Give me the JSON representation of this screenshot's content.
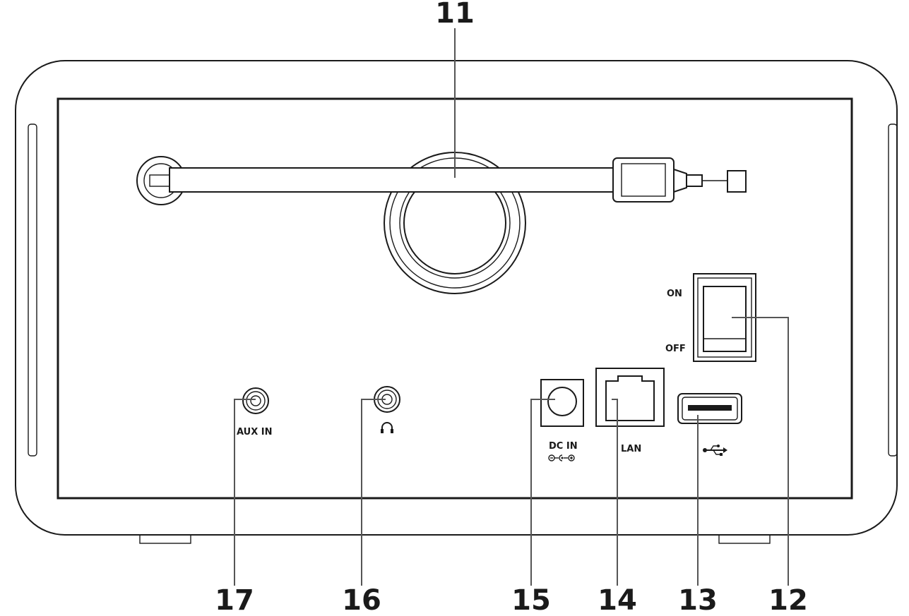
{
  "callouts": {
    "antenna": "11",
    "power_switch": "12",
    "usb_port": "13",
    "lan_port": "14",
    "dc_in": "15",
    "headphone_jack": "16",
    "aux_in": "17"
  },
  "labels": {
    "switch_on": "ON",
    "switch_off": "OFF",
    "aux_in": "AUX IN",
    "dc_in": "DC IN",
    "lan": "LAN"
  },
  "icons": {
    "headphone": "headphone-icon",
    "usb": "usb-icon",
    "dc_polarity": "dc-polarity-icon"
  }
}
